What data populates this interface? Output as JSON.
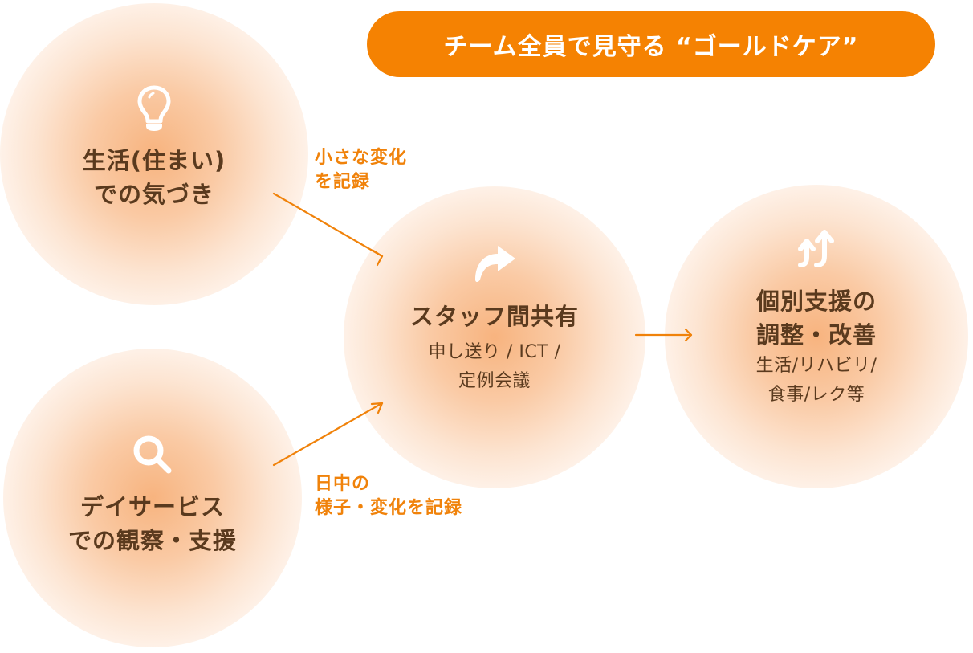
{
  "title": "チーム全員で見守る “ゴールドケア”",
  "colors": {
    "accent": "#f58202",
    "text_dark": "#5a3a1e",
    "label_orange": "#f0820a",
    "glow": "#f6a668"
  },
  "nodes": {
    "living": {
      "icon": "lightbulb-icon",
      "heading_lines": [
        "生活(住まい)",
        "での気づき"
      ]
    },
    "dayservice": {
      "icon": "search-icon",
      "heading_lines": [
        "デイサービス",
        "での観察・支援"
      ]
    },
    "sharing": {
      "icon": "share-arrow-icon",
      "heading_lines": [
        "スタッフ間共有"
      ],
      "sub_lines": [
        "申し送り / ICT /",
        "定例会議"
      ]
    },
    "support": {
      "icon": "double-up-arrow-icon",
      "heading_lines": [
        "個別支援の",
        "調整・改善"
      ],
      "sub_lines": [
        "生活/リハビリ/",
        "食事/レク等"
      ]
    }
  },
  "edges": {
    "living_to_sharing": {
      "label_lines": [
        "小さな変化",
        "を記録"
      ]
    },
    "dayservice_to_sharing": {
      "label_lines": [
        "日中の",
        "様子・変化を記録"
      ]
    },
    "sharing_to_support": {
      "label_lines": []
    }
  }
}
